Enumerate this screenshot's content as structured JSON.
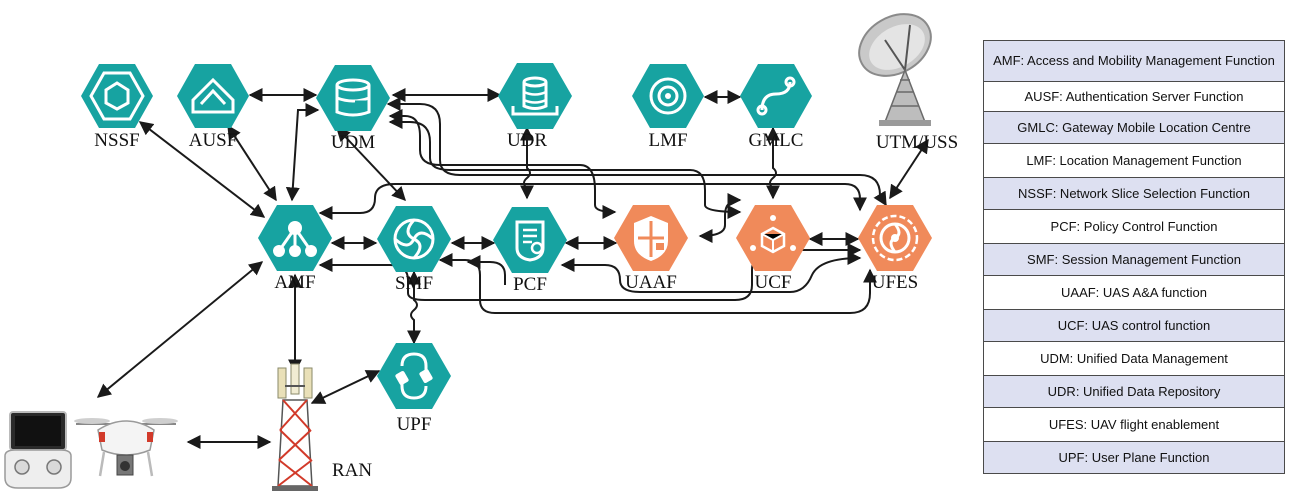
{
  "colors": {
    "teal": "#17a3a1",
    "orange": "#f08a5a",
    "arrow": "#1a1a1a",
    "legend_shade": "#dde0f1"
  },
  "nodes": {
    "nssf": {
      "label": "NSSF",
      "icon": "hexagon-cube-icon"
    },
    "ausf": {
      "label": "AUSF",
      "icon": "hexagon-house-icon"
    },
    "udm": {
      "label": "UDM",
      "icon": "hexagon-database-sync-icon"
    },
    "udr": {
      "label": "UDR",
      "icon": "hexagon-database-icon"
    },
    "lmf": {
      "label": "LMF",
      "icon": "hexagon-target-icon"
    },
    "gmlc": {
      "label": "GMLC",
      "icon": "hexagon-route-icon"
    },
    "utm": {
      "label": "UTM/USS",
      "icon": "satellite-dish-icon"
    },
    "amf": {
      "label": "AMF",
      "icon": "hexagon-network-icon"
    },
    "smf": {
      "label": "SMF",
      "icon": "hexagon-swirl-icon"
    },
    "pcf": {
      "label": "PCF",
      "icon": "hexagon-policy-icon"
    },
    "uaaf": {
      "label": "UAAF",
      "icon": "hexagon-shield-lock-icon"
    },
    "ucf": {
      "label": "UCF",
      "icon": "hexagon-box-control-icon"
    },
    "ufes": {
      "label": "UFES",
      "icon": "hexagon-spiral-icon"
    },
    "upf": {
      "label": "UPF",
      "icon": "hexagon-plug-icon"
    },
    "ran": {
      "label": "RAN",
      "icon": "radio-tower-icon"
    },
    "uav": {
      "icon": "drone-with-controller-icon"
    }
  },
  "legend": [
    {
      "text": "AMF:  Access and Mobility Management Function"
    },
    {
      "text": "AUSF: Authentication Server Function"
    },
    {
      "text": "GMLC: Gateway Mobile Location Centre"
    },
    {
      "text": "LMF: Location Management Function"
    },
    {
      "text": "NSSF: Network Slice Selection Function"
    },
    {
      "text": "PCF: Policy Control Function"
    },
    {
      "text": "SMF: Session Management Function"
    },
    {
      "text": "UAAF: UAS  A&A  function"
    },
    {
      "text": "UCF: UAS control function"
    },
    {
      "text": "UDM: Unified Data Management"
    },
    {
      "text": "UDR: Unified Data Repository"
    },
    {
      "text": "UFES: UAV flight enablement"
    },
    {
      "text": "UPF: User Plane Function"
    }
  ]
}
